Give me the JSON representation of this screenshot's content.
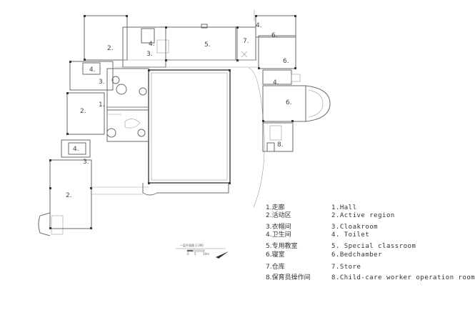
{
  "rooms": {
    "label_1": "1.",
    "label_2a": "2.",
    "label_2b": "2.",
    "label_2c": "2.",
    "label_3a": "3.",
    "label_3b": "3.",
    "label_3c": "3.",
    "label_4a": "4.",
    "label_4b": "4.",
    "label_4c": "4.",
    "label_4d": "4.",
    "label_4e": "4.",
    "label_5": "5.",
    "label_6a": "6.",
    "label_6b": "6.",
    "label_6c": "6.",
    "label_7": "7.",
    "label_8": "8."
  },
  "legend": [
    {
      "cn": "1.走廊",
      "en": "1.Hall"
    },
    {
      "cn": "2.活动区",
      "en": "2.Active region"
    },
    {
      "cn": "3.衣帽间",
      "en": "3.Cloakroom"
    },
    {
      "cn": "4.卫生间",
      "en": "4. Toilet"
    },
    {
      "cn": "5.专用教室",
      "en": "5. Special classroom"
    },
    {
      "cn": "6.寝室",
      "en": "6.Bedchamber"
    },
    {
      "cn": "7.仓库",
      "en": "7.Store"
    },
    {
      "cn": "8.保育员操作间",
      "en": "8.Child-care worker operation room"
    }
  ],
  "scale_bar": {
    "title": "一层平面图 1:300",
    "ticks": [
      "0",
      "5",
      "10m"
    ]
  }
}
